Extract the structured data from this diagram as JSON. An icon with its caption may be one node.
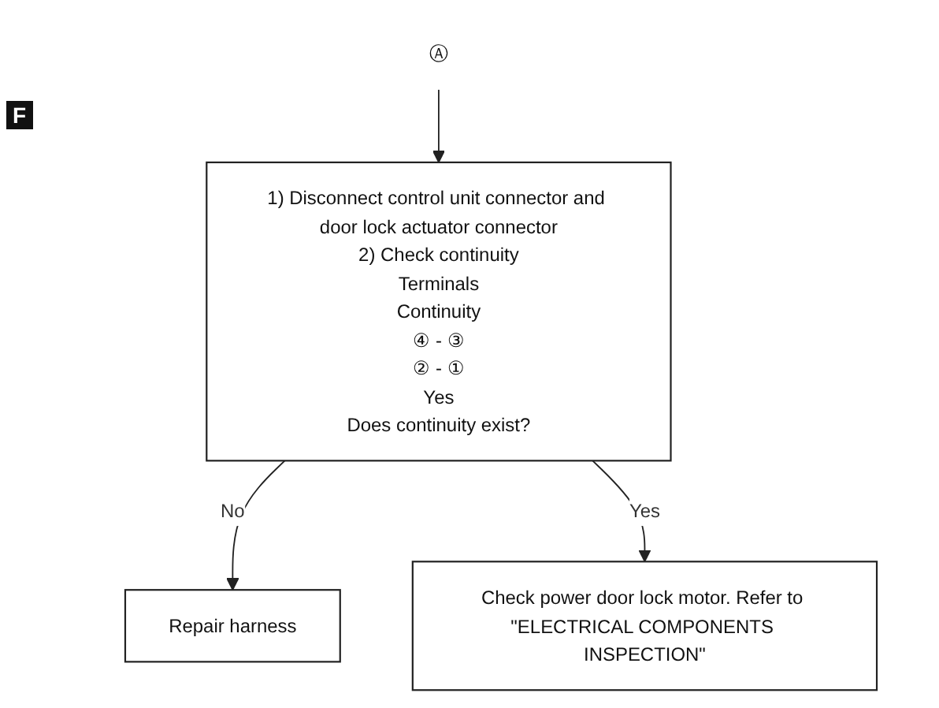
{
  "diagram": {
    "nodes": [
      {
        "text": [
          "Ⓐ"
        ]
      },
      {
        "text": [
          "1) Disconnect control unit connector and door lock actuator connector",
          "2) Check continuity",
          "Terminals",
          "Continuity",
          "④ - ③",
          "② - ①",
          "Yes",
          "Does continuity exist?"
        ]
      },
      {
        "text": [
          "Repair harness"
        ]
      },
      {
        "text": [
          "Check power door lock motor. Refer to \"ELECTRICAL COMPONENTS INSPECTION\""
        ]
      }
    ],
    "edges": [
      {
        "from": 0,
        "to": 1,
        "arrow": "to"
      },
      {
        "from": 1,
        "to": 2,
        "arrow": "to",
        "label": "No"
      },
      {
        "from": 1,
        "to": 3,
        "arrow": "to",
        "label": "Yes"
      }
    ],
    "labels": [
      "F"
    ]
  }
}
